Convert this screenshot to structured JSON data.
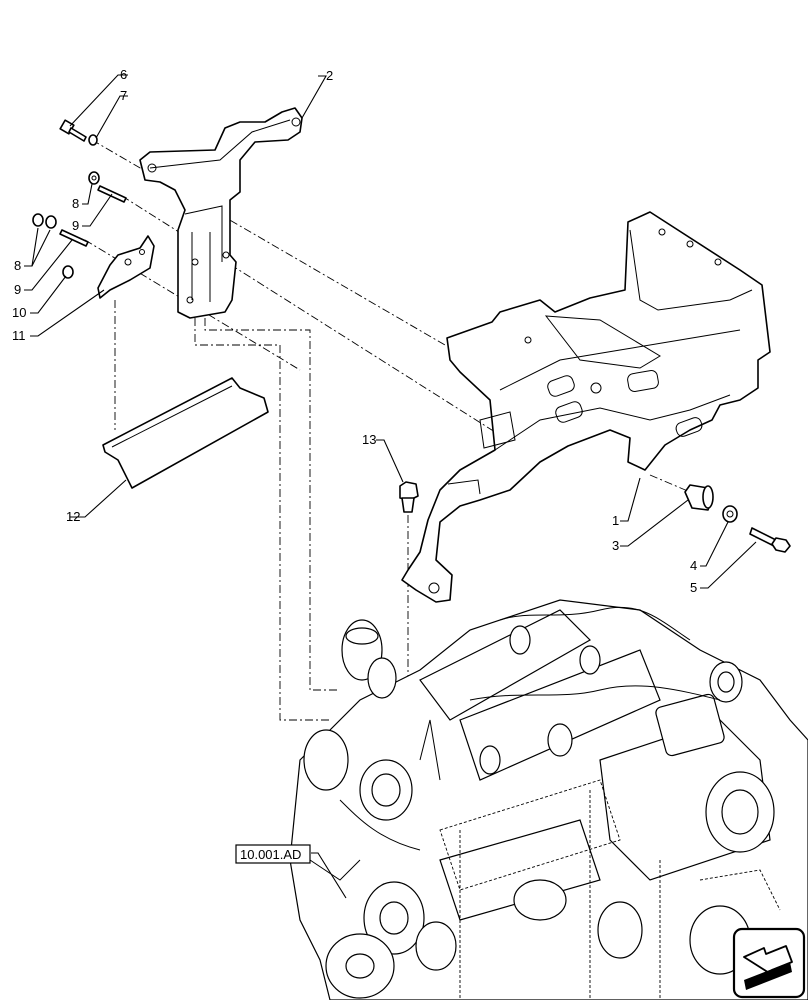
{
  "callouts": [
    {
      "id": "c1",
      "label": "1"
    },
    {
      "id": "c2",
      "label": "2"
    },
    {
      "id": "c3",
      "label": "3"
    },
    {
      "id": "c4",
      "label": "4"
    },
    {
      "id": "c5",
      "label": "5"
    },
    {
      "id": "c6",
      "label": "6"
    },
    {
      "id": "c7",
      "label": "7"
    },
    {
      "id": "c8a",
      "label": "8"
    },
    {
      "id": "c8b",
      "label": "8"
    },
    {
      "id": "c9a",
      "label": "9"
    },
    {
      "id": "c9b",
      "label": "9"
    },
    {
      "id": "c10",
      "label": "10"
    },
    {
      "id": "c11",
      "label": "11"
    },
    {
      "id": "c12",
      "label": "12"
    },
    {
      "id": "c13",
      "label": "13"
    }
  ],
  "reference_box": {
    "label": "10.001.AD"
  },
  "nav_icon": "arrow-icon"
}
